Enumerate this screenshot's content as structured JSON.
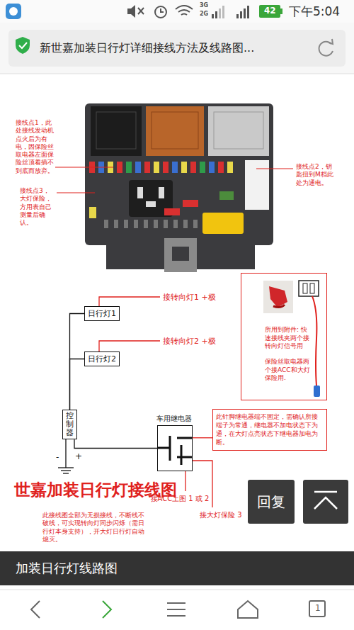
{
  "diagram": {
    "title": "世嘉加装日行灯接线图",
    "nodes": [
      {
        "text": [
          "新世嘉加装日行灯详细接线方法及线路图..."
        ]
      },
      {
        "text": [
          "日行灯1"
        ]
      },
      {
        "text": [
          "日行灯2"
        ]
      },
      {
        "text": [
          "控制器"
        ]
      },
      {
        "text": [
          "车用继电器"
        ]
      },
      {
        "text": [
          "所用到附件: 快速接线夹两个接转向灯信号用",
          "保险丝取电器两个接ACC和大灯保险用."
        ]
      },
      {
        "text": [
          "此针脚继电器端不固定，需确认所接端子为常通，继电器不加电状态下为通，在大灯点亮状态下继电器加电为断。"
        ]
      },
      {
        "text": [
          "回复"
        ]
      },
      {
        "text": [
          "加装日行灯线路图"
        ]
      }
    ],
    "edges": [
      {
        "from": 3,
        "to": 1,
        "arrow": "none"
      },
      {
        "from": 3,
        "to": 2,
        "arrow": "none"
      },
      {
        "from": 3,
        "to": 4,
        "arrow": "none"
      },
      {
        "from": 6,
        "to": 4,
        "arrow": "none"
      }
    ],
    "labels": [
      "下午5:04",
      "42",
      "3G",
      "2G",
      "接线点1，此处接线发动机点火后为有电，因保险丝取电器左面保险丝顶着插不到底而放弃。",
      "接线点3，大灯保险，方用表自己测量后确认。",
      "接线点2，钥匙扭到M档此处为通电。",
      "接转向灯1 +极",
      "接转向灯2 +极",
      "-",
      "+",
      "接ACC上图 1 或 2",
      "接大灯保险 3",
      "此接线图全部为无损接线，不断线不破线，可实现转向灯同步闪烁（需日行灯本身支持），开大灯日行灯自动熄灭。",
      "1"
    ]
  }
}
